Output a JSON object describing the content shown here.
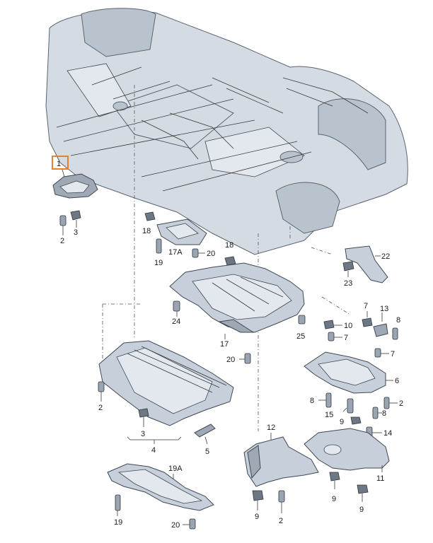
{
  "callouts": {
    "c1": "1",
    "c2a": "2",
    "c3a": "3",
    "c18a": "18",
    "c17A": "17A",
    "c19a": "19",
    "c20a": "20",
    "c18b": "18",
    "c22": "22",
    "c23": "23",
    "c24": "24",
    "c25": "25",
    "c17": "17",
    "c7a": "7",
    "c13": "13",
    "c10": "10",
    "c7b": "7",
    "c8a": "8",
    "c7c": "7",
    "c20b": "20",
    "c6": "6",
    "c2b": "2",
    "c3b": "3",
    "c4": "4",
    "c5": "5",
    "c8b": "8",
    "c15": "15",
    "c9a": "9",
    "c8c": "8",
    "c2c": "2",
    "c14": "14",
    "c12": "12",
    "c11": "11",
    "c19A": "19A",
    "c19b": "19",
    "c20c": "20",
    "c9b": "9",
    "c2d": "2",
    "c9c": "9",
    "c9d": "9"
  }
}
